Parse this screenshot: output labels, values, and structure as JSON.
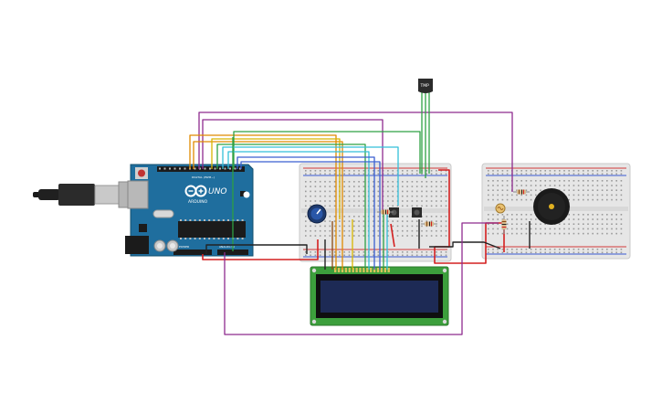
{
  "board": {
    "brand": "ARDUINO",
    "model": "UNO",
    "digital_label": "DIGITAL (PWM~)",
    "analog_label": "ANALOG IN",
    "power_label": "POWER"
  },
  "sensor": {
    "label": "TMP"
  },
  "colors": {
    "board": "#1f6e9e",
    "breadboard": "#e6e6e6",
    "lcd_pcb": "#3c9f3c",
    "lcd_screen": "#1d2a55",
    "wire_red": "#d42020",
    "wire_black": "#222222",
    "wire_purple": "#8e2b8e",
    "wire_orange": "#e08a00",
    "wire_yellow": "#d8b400",
    "wire_green": "#2ea043",
    "wire_cyan": "#33bfd9",
    "wire_blue": "#3a5fd0",
    "wire_brown": "#8a4a12"
  }
}
